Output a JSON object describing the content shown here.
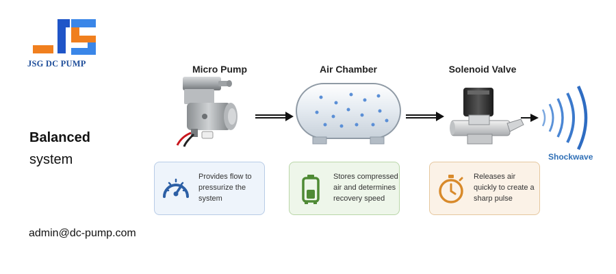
{
  "brand": {
    "logo_text": "JSG DC PUMP",
    "logo_colors": [
      "#1f55c8",
      "#f07f1e",
      "#3a86e8"
    ]
  },
  "headline": {
    "strong": "Balanced",
    "light": "system"
  },
  "contact": {
    "email": "admin@dc-pump.com"
  },
  "diagram": {
    "stages": [
      {
        "title": "Micro Pump",
        "description": "Provides flow to pressurize the system",
        "icon": "gauge-icon",
        "accent": "#2c5fa5"
      },
      {
        "title": "Air Chamber",
        "description": "Stores compressed air and determines recovery speed",
        "icon": "tank-icon",
        "accent": "#4f8a35"
      },
      {
        "title": "Solenoid Valve",
        "description": "Releases air quickly to create a sharp pulse",
        "icon": "stopwatch-icon",
        "accent": "#d88a2b"
      }
    ],
    "output_label": "Shockwave"
  }
}
